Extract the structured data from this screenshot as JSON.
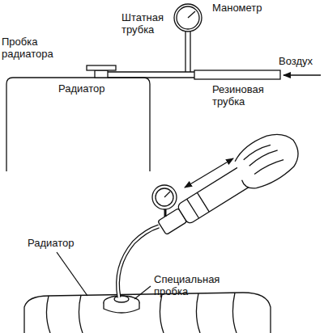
{
  "diagram": {
    "labels": [
      "Манометр",
      "Штатная трубка",
      "Пробка радиатора",
      "Радиатор",
      "Воздух",
      "Резиновая трубка",
      "Радиатор",
      "Специальная пробка"
    ]
  }
}
